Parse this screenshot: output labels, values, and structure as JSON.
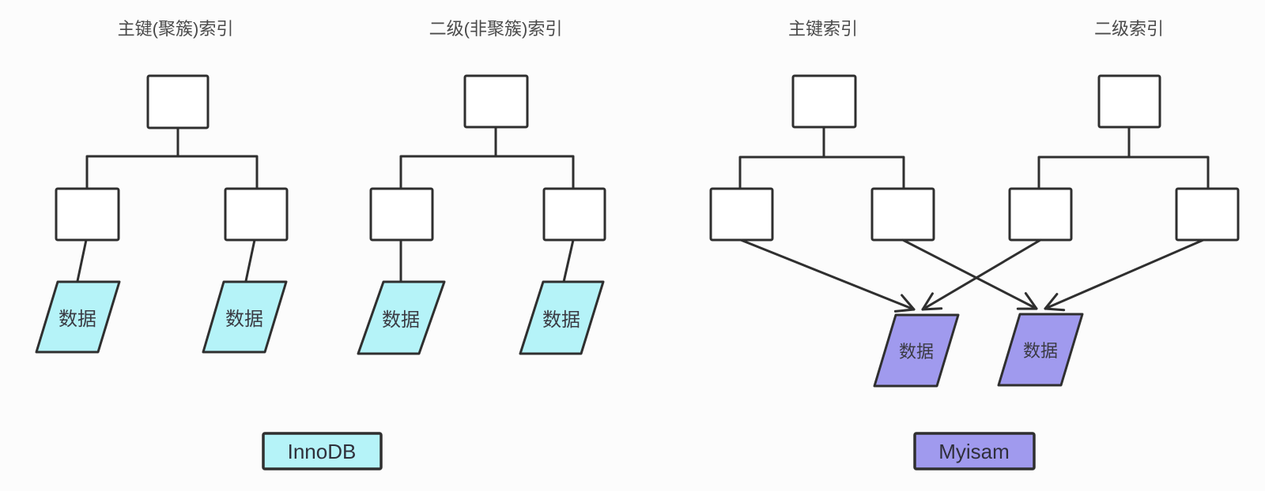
{
  "colors": {
    "background": "#fcfcfc",
    "line": "#2f2f2f",
    "node_fill": "#ffffff",
    "innodb_fill": "#b5f3f8",
    "myisam_fill": "#a09aee",
    "title_text": "#4a4a4a",
    "label_text": "#3a3a42",
    "legend_text": "#2f2f3a"
  },
  "diagram": {
    "trees": [
      {
        "title": "主键(聚簇)索引",
        "engine": "InnoDB",
        "leaves": [
          {
            "label": "数据"
          },
          {
            "label": "数据"
          }
        ]
      },
      {
        "title": "二级(非聚簇)索引",
        "engine": "InnoDB",
        "leaves": [
          {
            "label": "数据"
          },
          {
            "label": "数据"
          }
        ]
      },
      {
        "title": "主键索引",
        "engine": "Myisam"
      },
      {
        "title": "二级索引",
        "engine": "Myisam"
      }
    ],
    "shared_data_nodes": [
      {
        "label": "数据"
      },
      {
        "label": "数据"
      }
    ],
    "legends": [
      {
        "label": "InnoDB"
      },
      {
        "label": "Myisam"
      }
    ]
  }
}
